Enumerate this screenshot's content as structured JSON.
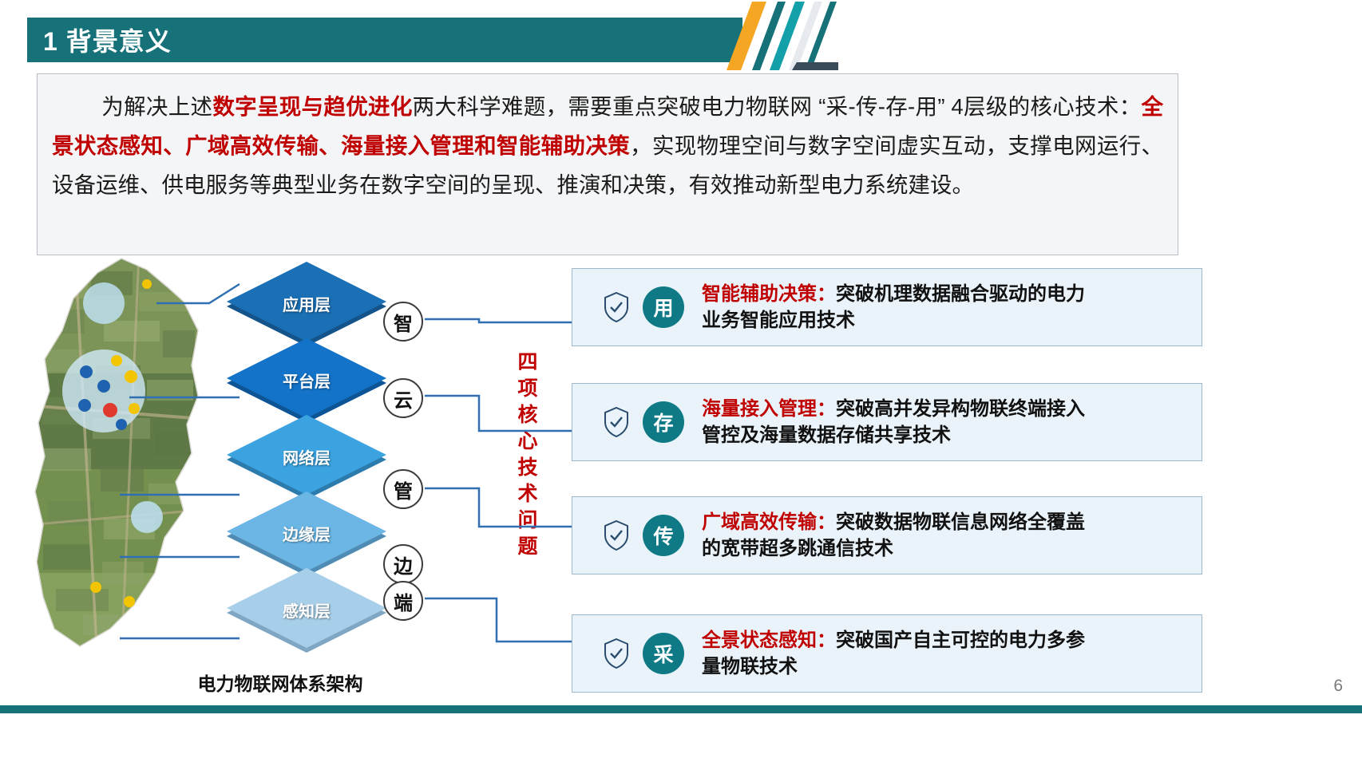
{
  "slide": {
    "header_title": "1 背景意义",
    "page_number": "6",
    "accent_teal": "#167179",
    "accent_red": "#c00000",
    "accent_orange": "#f5a623",
    "stripe_colors": [
      "#f5a623",
      "#13a0a8",
      "#167179",
      "#d8dde3",
      "#a9b3bd"
    ]
  },
  "paragraph": {
    "segments": [
      {
        "text": "为解决上述",
        "style": "normal"
      },
      {
        "text": "数字呈现与趋优进化",
        "style": "bold-red"
      },
      {
        "text": "两大科学难题，需要重点突破电力物联网 “采-传-存-用” 4层级的核心技术：",
        "style": "normal"
      },
      {
        "text": "全景状态感知、广域高效传输、海量接入管理和智能辅助决策",
        "style": "bold-red"
      },
      {
        "text": "，实现物理空间与数字空间虚实互动，支撑电网运行、设备运维、供电服务等典型业务在数字空间的呈现、推演和决策，有效推动新型电力系统建设。",
        "style": "normal"
      }
    ],
    "full_text": "为解决上述数字呈现与趋优进化两大科学难题，需要重点突破电力物联网 “采-传-存-用” 4层级的核心技术：全景状态感知、广域高效传输、海量接入管理和智能辅助决策，实现物理空间与数字空间虚实互动，支撑电网运行、设备运维、供电服务等典型业务在数字空间的呈现、推演和决策，有效推动新型电力系统建设。"
  },
  "diagram": {
    "caption": "电力物联网体系架构",
    "layers": [
      {
        "label": "应用层",
        "color_top": "#1a6fb5",
        "color_side": "#14548a"
      },
      {
        "label": "平台层",
        "color_top": "#1273c9",
        "color_side": "#0d5596"
      },
      {
        "label": "网络层",
        "color_top": "#3ba3e0",
        "color_side": "#2b7bad"
      },
      {
        "label": "边缘层",
        "color_top": "#6bb6e5",
        "color_side": "#4f8cb4"
      },
      {
        "label": "感知层",
        "color_top": "#a8cfe9",
        "color_side": "#7fa6c2"
      }
    ],
    "badges": [
      "智",
      "云",
      "管",
      "边",
      "端"
    ],
    "vertical_label": "四项核心技术问题",
    "vertical_label_chars": [
      "四",
      "项",
      "核",
      "心",
      "技",
      "术",
      "问",
      "题"
    ]
  },
  "cards": [
    {
      "chip": "用",
      "icon": "shield-check-icon",
      "title": "智能辅助决策：",
      "body": "突破机理数据融合驱动的电力",
      "body2": "业务智能应用技术"
    },
    {
      "chip": "存",
      "icon": "shield-check-icon",
      "title": "海量接入管理：",
      "body": "突破高并发异构物联终端接入",
      "body2": "管控及海量数据存储共享技术"
    },
    {
      "chip": "传",
      "icon": "shield-check-icon",
      "title": "广域高效传输：",
      "body": "突破数据物联信息网络全覆盖",
      "body2": "的宽带超多跳通信技术"
    },
    {
      "chip": "采",
      "icon": "shield-check-icon",
      "title": "全景状态感知：",
      "body": "突破国产自主可控的电力多参",
      "body2": "量物联技术"
    }
  ]
}
